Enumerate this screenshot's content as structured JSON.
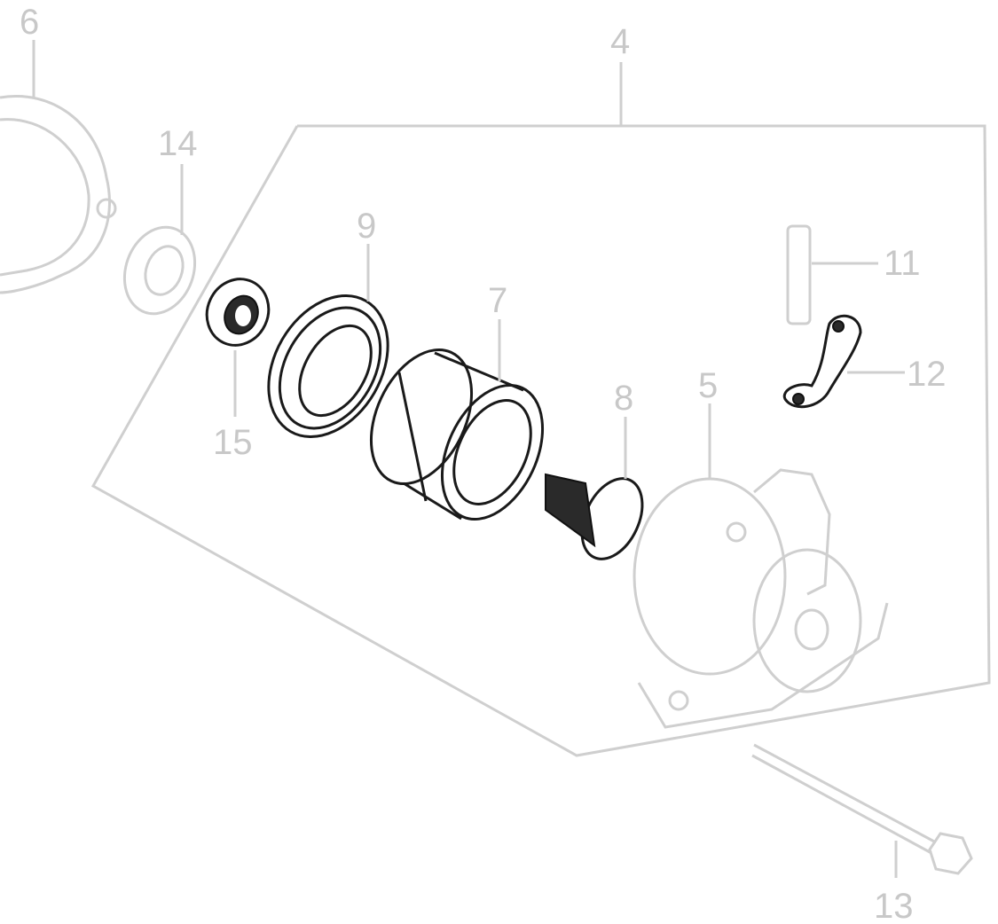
{
  "diagram": {
    "callouts": [
      {
        "id": "6",
        "label": "6"
      },
      {
        "id": "4",
        "label": "4"
      },
      {
        "id": "14",
        "label": "14"
      },
      {
        "id": "9",
        "label": "9"
      },
      {
        "id": "11",
        "label": "11"
      },
      {
        "id": "7",
        "label": "7"
      },
      {
        "id": "12",
        "label": "12"
      },
      {
        "id": "8",
        "label": "8"
      },
      {
        "id": "5",
        "label": "5"
      },
      {
        "id": "15",
        "label": "15"
      },
      {
        "id": "13",
        "label": "13"
      }
    ],
    "colors": {
      "highlight": "#1a1a1a",
      "faded": "#cfcfcf"
    }
  }
}
